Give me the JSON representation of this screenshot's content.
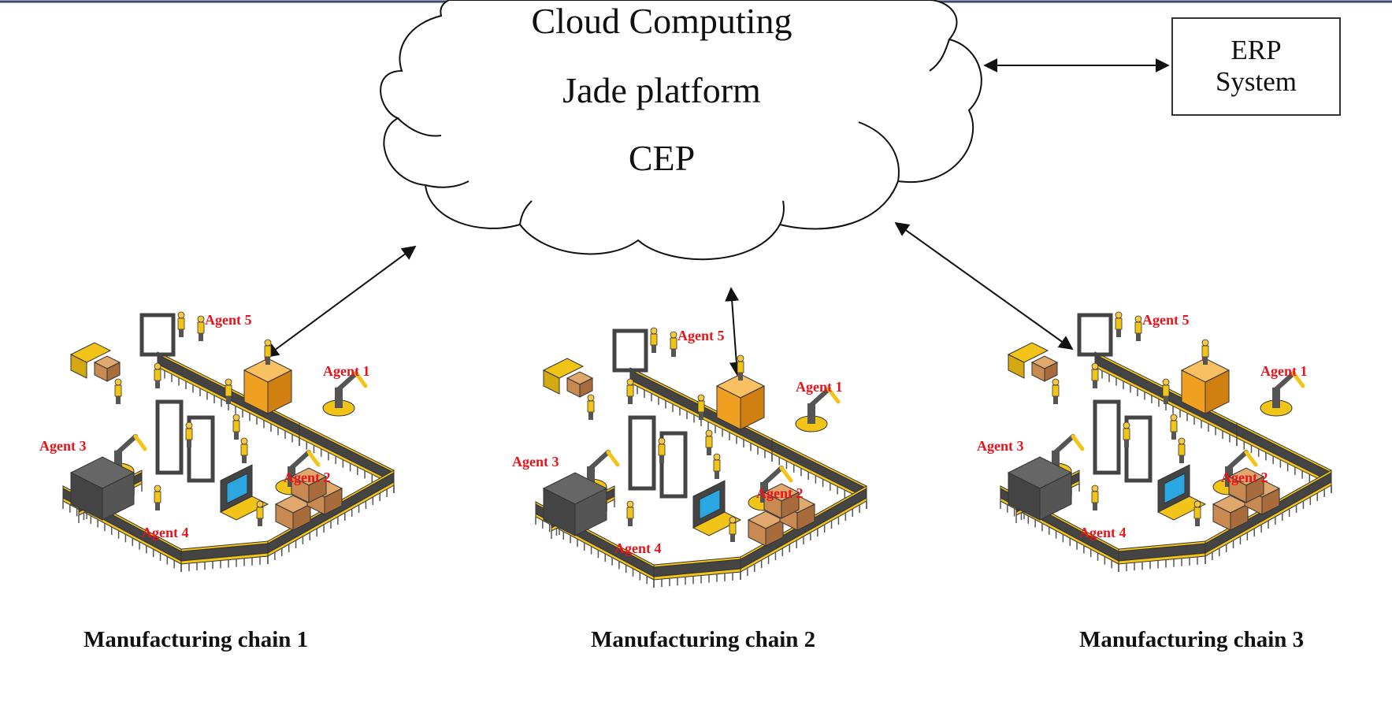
{
  "cloud": {
    "lines": [
      "Cloud Computing",
      "Jade platform",
      "CEP"
    ]
  },
  "erp": {
    "line1": "ERP",
    "line2": "System"
  },
  "chains": [
    {
      "label": "Manufacturing chain 1",
      "agents": [
        "Agent 5",
        "Agent 1",
        "Agent 3",
        "Agent 2",
        "Agent 4"
      ]
    },
    {
      "label": "Manufacturing chain 2",
      "agents": [
        "Agent 5",
        "Agent 1",
        "Agent 3",
        "Agent 2",
        "Agent 4"
      ]
    },
    {
      "label": "Manufacturing chain 3",
      "agents": [
        "Agent 5",
        "Agent 1",
        "Agent 3",
        "Agent 2",
        "Agent 4"
      ]
    }
  ],
  "colors": {
    "agent_label": "#e8141c",
    "conveyor_yellow": "#f2c418",
    "machine_orange": "#f0a020",
    "box_brown": "#c98a52",
    "screen_blue": "#2aa6e0"
  }
}
